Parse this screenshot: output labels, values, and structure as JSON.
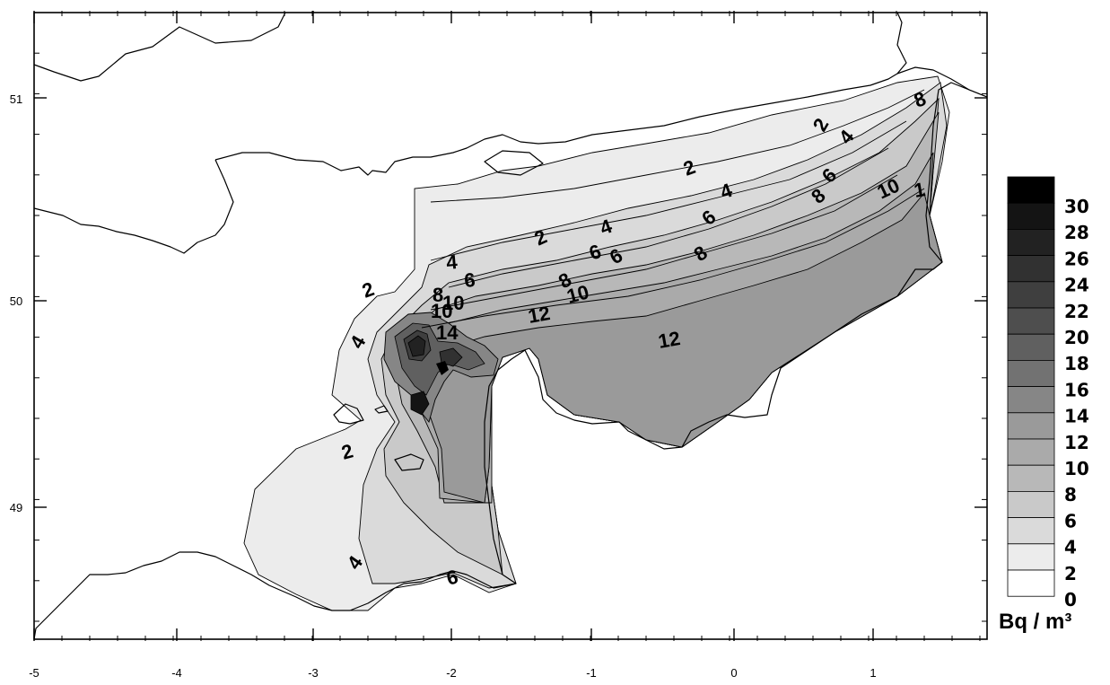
{
  "x_axis": {
    "ticks": [
      "-5",
      "-4",
      "-3",
      "-2",
      "-1",
      "0",
      "1"
    ]
  },
  "y_axis": {
    "ticks": [
      "51",
      "50",
      "49"
    ]
  },
  "legend": {
    "levels": [
      "30",
      "28",
      "26",
      "24",
      "22",
      "20",
      "18",
      "16",
      "14",
      "12",
      "10",
      "8",
      "6",
      "4",
      "2",
      "0"
    ],
    "colors": [
      "#000000",
      "#141414",
      "#222222",
      "#313131",
      "#3f3f3f",
      "#4e4e4e",
      "#606060",
      "#727272",
      "#868686",
      "#9a9a9a",
      "#aaaaaa",
      "#b8b8b8",
      "#c9c9c9",
      "#dadada",
      "#ececec",
      "#ffffff"
    ],
    "unit": "Bq / m³"
  },
  "contour_labels": [
    {
      "text": "2"
    },
    {
      "text": "4"
    },
    {
      "text": "8"
    },
    {
      "text": "2"
    },
    {
      "text": "4"
    },
    {
      "text": "6"
    },
    {
      "text": "8"
    },
    {
      "text": "6"
    },
    {
      "text": "10"
    },
    {
      "text": "1"
    },
    {
      "text": "2"
    },
    {
      "text": "4"
    },
    {
      "text": "6"
    },
    {
      "text": "6"
    },
    {
      "text": "8"
    },
    {
      "text": "8"
    },
    {
      "text": "10"
    },
    {
      "text": "4"
    },
    {
      "text": "6"
    },
    {
      "text": "2"
    },
    {
      "text": "8"
    },
    {
      "text": "10"
    },
    {
      "text": "12"
    },
    {
      "text": "12"
    },
    {
      "text": "14"
    },
    {
      "text": "4"
    },
    {
      "text": "2"
    },
    {
      "text": "4"
    },
    {
      "text": "6"
    },
    {
      "text": "10"
    }
  ],
  "colors": {
    "frame": "#000000",
    "background": "#ffffff"
  }
}
